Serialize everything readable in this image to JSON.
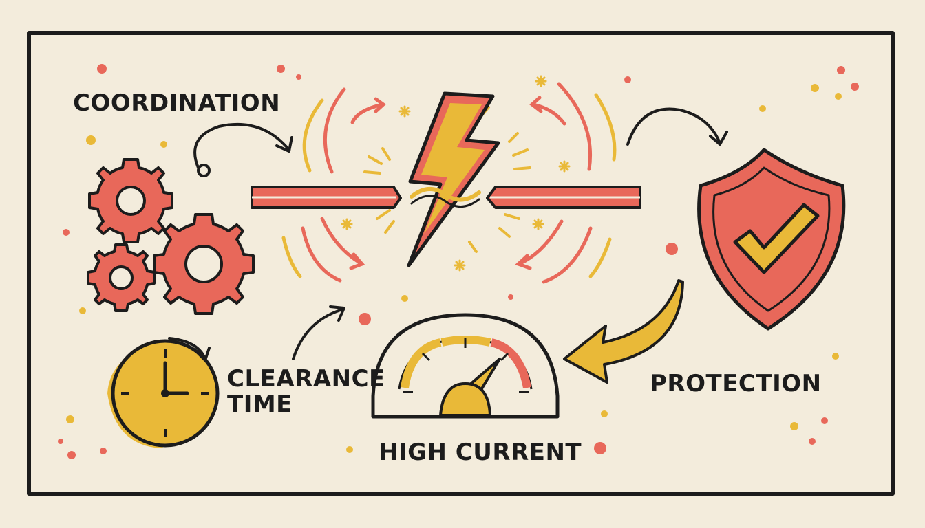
{
  "labels": {
    "coordination": "COORDINATION",
    "clearance_line1": "CLEARANCE",
    "clearance_line2": "TIME",
    "high_current": "HIGH CURRENT",
    "protection": "PROTECTION"
  },
  "icons": [
    "gears-icon",
    "lightning-bolt-icon",
    "broken-wire-icon",
    "shield-check-icon",
    "clock-icon",
    "gauge-icon"
  ],
  "colors": {
    "background": "#f3ecdc",
    "ink": "#1c1c1c",
    "coral": "#e8685a",
    "gold": "#e9b938"
  }
}
